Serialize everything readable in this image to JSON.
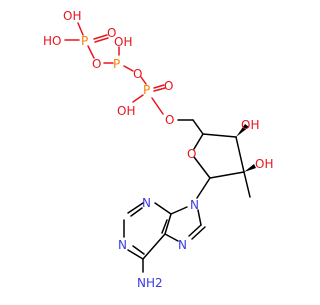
{
  "molecule": {
    "colors": {
      "oxygen": "#e8151f",
      "phosphorus": "#ff8000",
      "nitrogen": "#3a3ae6",
      "carbon_bond": "#000000",
      "background": "#ffffff"
    },
    "labels": {
      "p1_oh_top": "OH",
      "p1_ho_left": "HO",
      "p1": "P",
      "p1_o": "O",
      "p2_oh": "OH",
      "p2_o_left": "O",
      "p2": "P",
      "p2_o_right": "O",
      "p3": "P",
      "p3_o_dbl": "O",
      "p3_oh_left": "OH",
      "p3_o_bottom": "O",
      "ring_o": "O",
      "c3_oh": "OH",
      "c2_oh": "OH",
      "n9": "N",
      "n3": "N",
      "n1": "N",
      "n7": "N",
      "nh2": "NH2"
    }
  }
}
